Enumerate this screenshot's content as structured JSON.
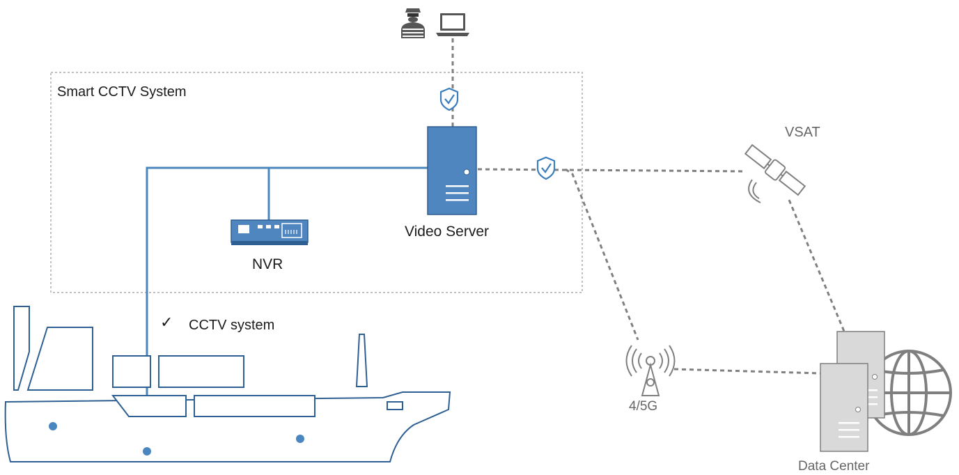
{
  "system_box": {
    "title": "Smart CCTV System"
  },
  "video_server": {
    "label": "Video Server"
  },
  "nvr": {
    "label": "NVR"
  },
  "cctv": {
    "check": "✓",
    "label": "CCTV system"
  },
  "vsat": {
    "label": "VSAT"
  },
  "cellular": {
    "label": "4/5G"
  },
  "data_center": {
    "label": "Data Center"
  },
  "colors": {
    "accent_blue": "#4a86c0",
    "device_fill": "#4f86bf",
    "device_dark": "#2e5f93",
    "link_gray": "#808080",
    "server_gray": "#d9d9d9"
  }
}
